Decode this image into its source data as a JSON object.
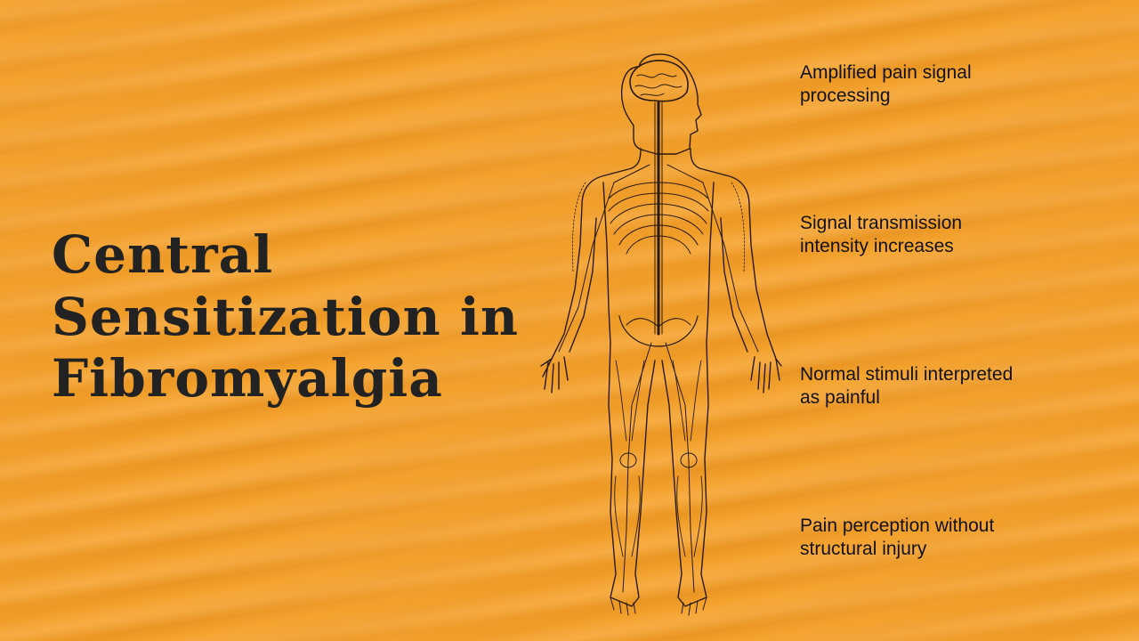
{
  "title": {
    "line1": "Central",
    "line2": "Sensitization in",
    "line3": "Fibromyalgia"
  },
  "illustration": {
    "icon": "human-nervous-system-icon"
  },
  "points": [
    {
      "text": "Amplified pain signal processing"
    },
    {
      "text": "Signal transmission intensity increases"
    },
    {
      "text": "Normal stimuli interpreted as painful"
    },
    {
      "text": "Pain perception without structural injury"
    }
  ],
  "colors": {
    "background": "#f5a12a",
    "title": "#222222",
    "text": "#111111",
    "ink": "#2a1a0a"
  }
}
